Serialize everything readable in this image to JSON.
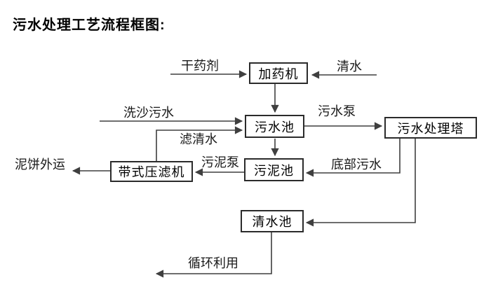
{
  "title": "污水处理工艺流程框图:",
  "nodes": {
    "dosing_machine": {
      "label": "加药机"
    },
    "sewage_pool": {
      "label": "污水池"
    },
    "treatment_tower": {
      "label": "污水处理塔"
    },
    "sludge_pool": {
      "label": "污泥池"
    },
    "belt_filter_press": {
      "label": "带式压滤机"
    },
    "clean_water_pool": {
      "label": "清水池"
    }
  },
  "edge_labels": {
    "dry_agent": "干药剂",
    "clean_water": "清水",
    "sand_washing_sewage": "洗沙污水",
    "sewage_pump": "污水泵",
    "filtered_water": "滤清水",
    "sludge_pump": "污泥泵",
    "bottom_sewage": "底部污水",
    "mud_cake_out": "泥饼外运",
    "recycle_use": "循环利用"
  },
  "colors": {
    "background": "#ffffff",
    "line": "#3f3f3f",
    "border": "#2b2b2b",
    "text": "#000000"
  }
}
